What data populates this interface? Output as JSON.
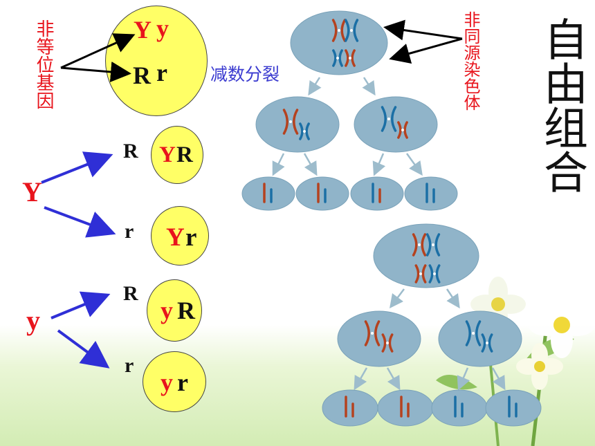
{
  "labels": {
    "non_allelic_genes": "非等位基因",
    "meiosis": "减数分裂",
    "non_homologous_chromosomes": "非同源染色体",
    "independent_assortment": "自由组合"
  },
  "parent_genotype": {
    "top_left": "Y",
    "top_right": "y",
    "bottom_left": "R",
    "bottom_right": "r"
  },
  "branches": {
    "Y": "Y",
    "y": "y",
    "R": "R",
    "r": "r"
  },
  "gametes": [
    {
      "first": "Y",
      "second": "R"
    },
    {
      "first": "Y",
      "second": "r"
    },
    {
      "first": "y",
      "second": "R"
    },
    {
      "first": "y",
      "second": "r"
    }
  ],
  "colors": {
    "allele_red": "#e8141c",
    "ellipse_yellow": "#ffff66",
    "cell_blue": "#90b4c9",
    "arrow_blue": "#2f2fd6",
    "chrom_red": "#b5421f",
    "chrom_blue": "#1b6fa5",
    "meiosis_label": "#3b3bd0"
  }
}
